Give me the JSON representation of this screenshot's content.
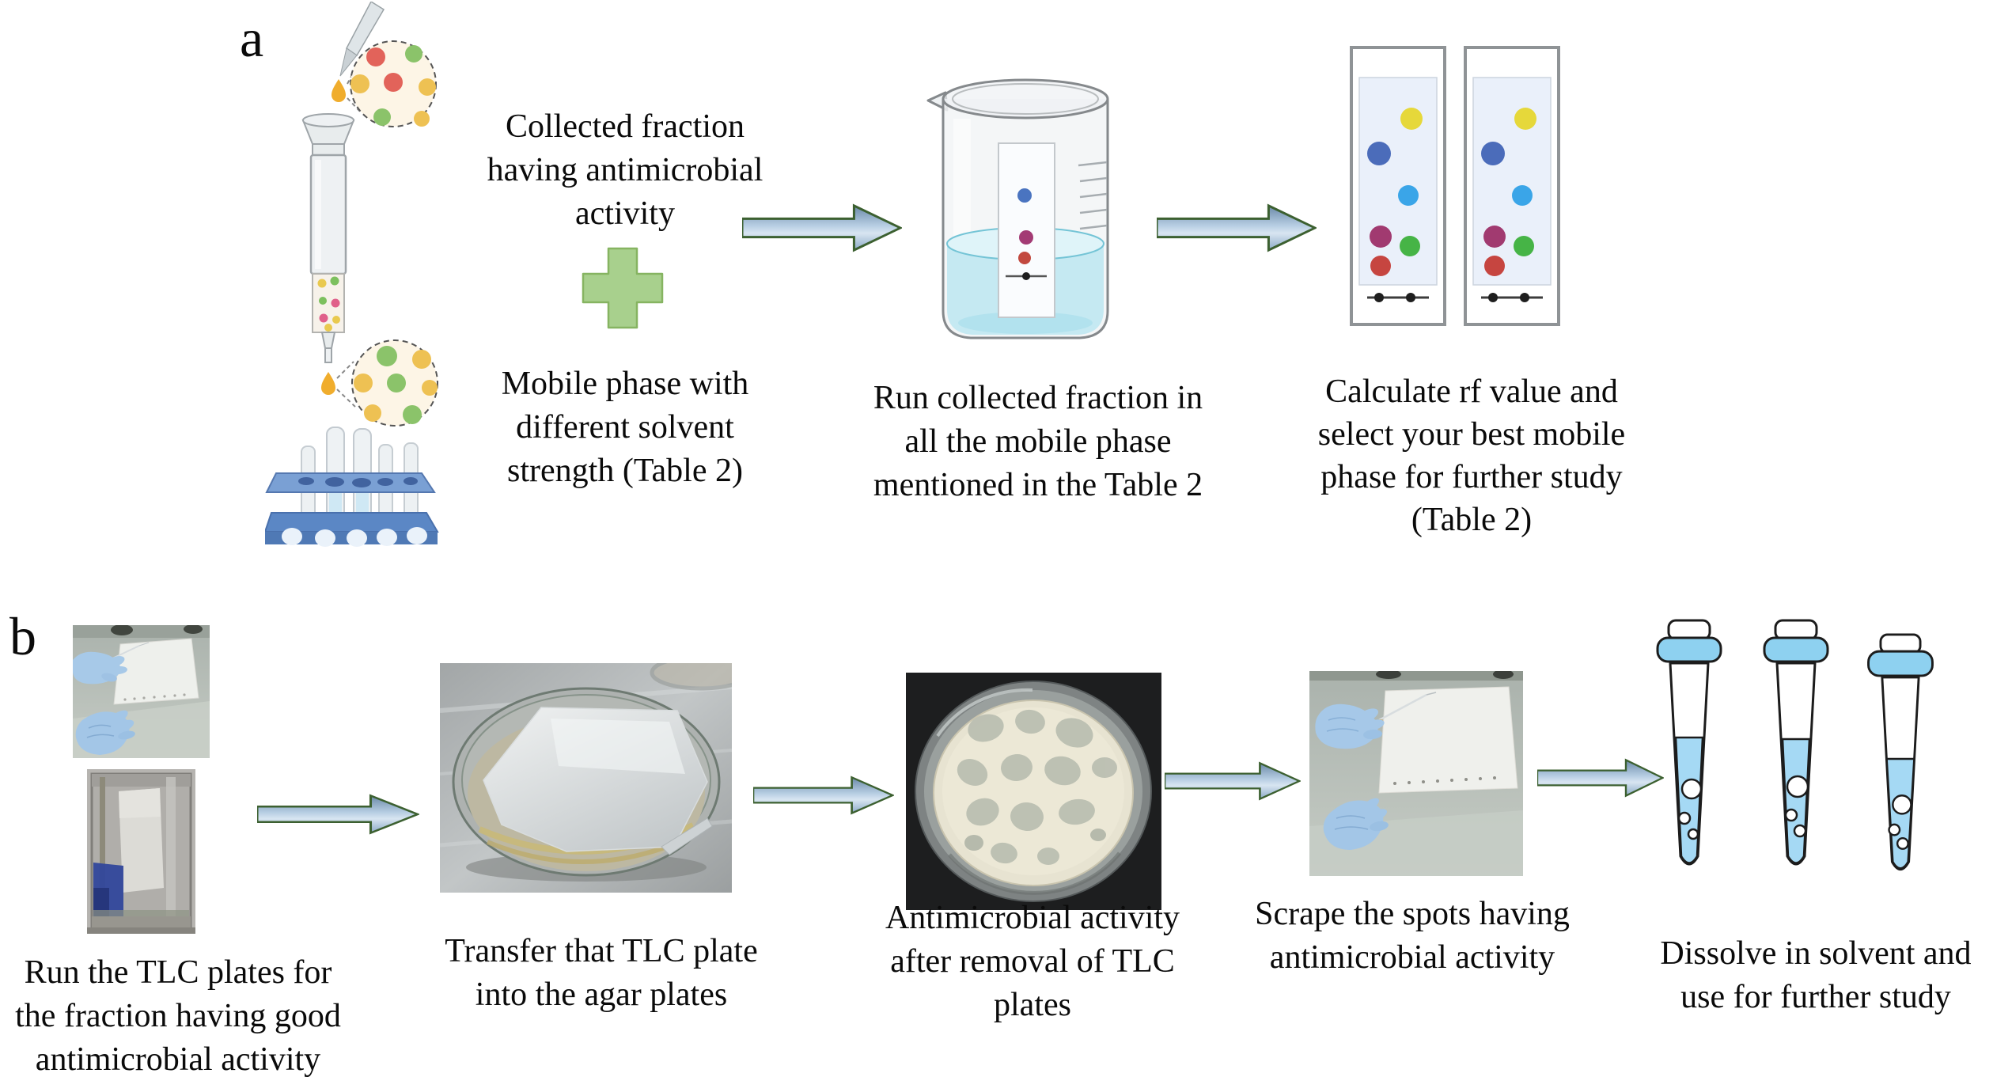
{
  "panel_a": {
    "label": "a",
    "captions": {
      "collected_fraction": "Collected fraction\nhaving antimicrobial\nactivity",
      "mobile_phase": "Mobile phase with\ndifferent solvent\nstrength (Table 2)",
      "run_fraction": "Run collected fraction in\nall the mobile phase\nmentioned in the Table 2",
      "calculate_rf": "Calculate rf value and\nselect your best mobile\nphase for further study\n(Table 2)"
    },
    "icons": {
      "column": "column-chromatography-icon",
      "plus": "plus-icon",
      "beaker": "beaker-with-tlc-strip-icon",
      "tlc_plates": "developed-tlc-plates-icon",
      "arrow": "flow-arrow-right-icon"
    }
  },
  "panel_b": {
    "label": "b",
    "captions": {
      "run_tlc": "Run the TLC plates for\nthe fraction having good\nantimicrobial activity",
      "transfer": "Transfer that TLC plate\ninto the agar plates",
      "antimicrobial": "Antimicrobial activity\nafter removal of TLC\nplates",
      "scrape": "Scrape the spots having\nantimicrobial activity",
      "dissolve": "Dissolve in solvent and\nuse for further study"
    },
    "photos": {
      "spotting": "gloved-hands-spotting-tlc-plate",
      "chamber": "tlc-development-chamber",
      "petri_tlc": "tlc-plate-on-agar-plate",
      "inhibition": "agar-plate-with-inhibition-zones",
      "scraping": "gloved-hands-scraping-tlc-plate",
      "tubes": "centrifuge-tubes-with-solvent"
    }
  },
  "colors": {
    "background": "#ffffff",
    "text": "#0a0a0a",
    "arrow_border": "#3c6030",
    "arrow_fill_dark": "#6a89a8",
    "arrow_fill_light": "#d8e5f1",
    "plus_fill": "#a8d08d",
    "plus_border": "#86b461",
    "glove_blue": "#a7c9e8",
    "beaker_liquid": "#c5e9f2",
    "tube_cap_blue": "#8ed1f0",
    "tube_liquid_blue": "#a5d9f4",
    "tlc_spot_colors": [
      "#e6d83a",
      "#4b6cba",
      "#3aa5e8",
      "#a13a70",
      "#46b446",
      "#c64540"
    ]
  }
}
